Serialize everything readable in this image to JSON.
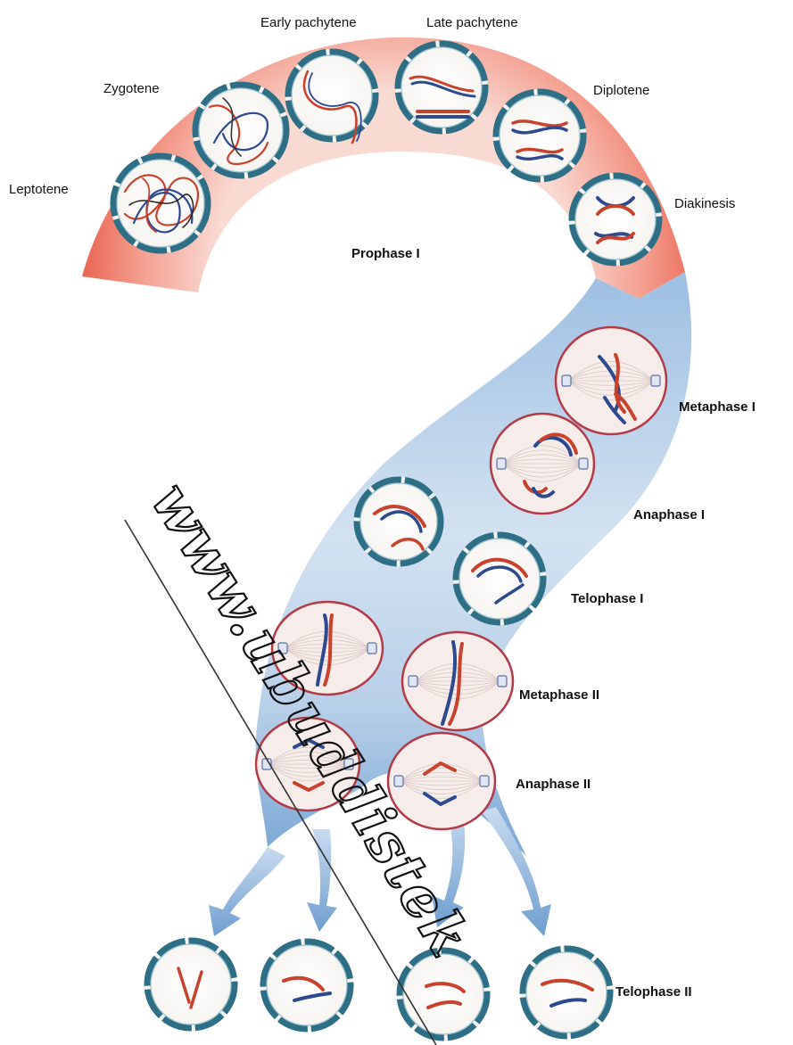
{
  "labels": {
    "leptotene": "Leptotene",
    "zygotene": "Zygotene",
    "early_pachytene": "Early pachytene",
    "late_pachytene": "Late pachytene",
    "diplotene": "Diplotene",
    "diakinesis": "Diakinesis",
    "prophase_1": "Prophase I",
    "metaphase_1": "Metaphase I",
    "anaphase_1": "Anaphase I",
    "telophase_1": "Telophase I",
    "metaphase_2": "Metaphase II",
    "anaphase_2": "Anaphase II",
    "telophase_2": "Telophase II"
  },
  "watermark": "www.ubuddistek",
  "colors": {
    "prophase_band": "#ee6a58",
    "flow_band": "#a9c6e4",
    "nuclear_envelope": "#2f6f86",
    "cell_membrane": "#b33a48",
    "chromosome_red": "#c8422e",
    "chromosome_blue": "#2e4a8e",
    "cytoplasm": "#f6ece9"
  }
}
